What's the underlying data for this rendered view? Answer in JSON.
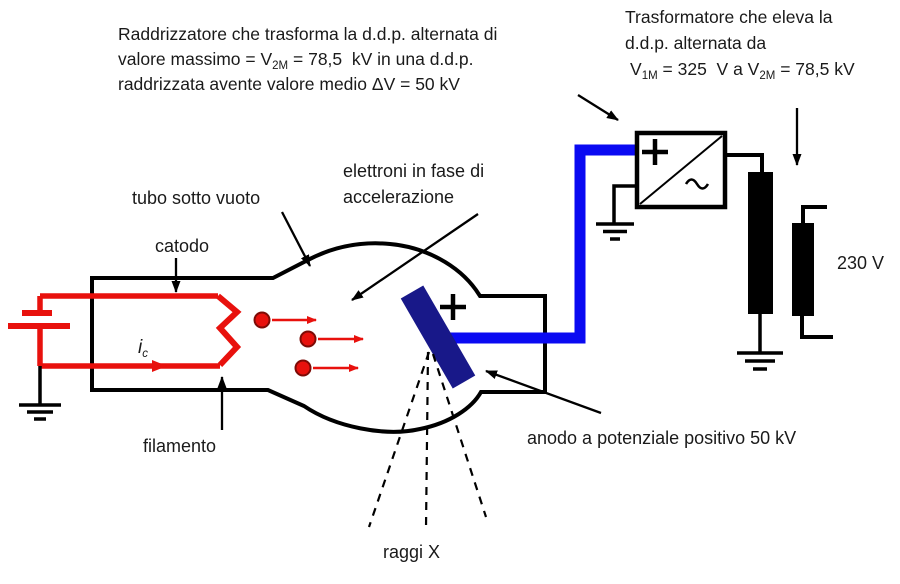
{
  "notes": {
    "rectifier": {
      "line1": "Raddrizzatore che trasforma la d.d.p. alternata di",
      "line2_a": "valore massimo = V",
      "line2_sub": "2M",
      "line2_b": " = 78,5  kV in una d.d.p.",
      "line3": "raddrizzata avente valore medio ΔV = 50 kV"
    },
    "transformer": {
      "line1": "Trasformatore che eleva la",
      "line2": "d.d.p. alternata da",
      "line3_a": "V",
      "line3_sub1": "1M",
      "line3_b": " = 325  V a V",
      "line3_sub2": "2M",
      "line3_c": " = 78,5 kV"
    }
  },
  "labels": {
    "vacuum_tube": "tubo sotto vuoto",
    "electrons_line1": "elettroni in fase di",
    "electrons_line2": "accelerazione",
    "cathode": "catodo",
    "filament": "filamento",
    "anode": "anodo a potenziale positivo 50 kV",
    "xrays": "raggi X",
    "mains_voltage": "230 V",
    "cathode_current_symbol": "i",
    "cathode_current_sub": "c"
  },
  "icons": {
    "anode_plus": "+",
    "rectifier_plus": "+",
    "rectifier_ac_wave": "~",
    "ground": "earth-ground-symbol",
    "battery": "dc-battery-symbol"
  },
  "colors": {
    "wire_red": "#e8110d",
    "wire_blue": "#0a0af2",
    "anode_navy": "#181889",
    "line_black": "#000000"
  }
}
